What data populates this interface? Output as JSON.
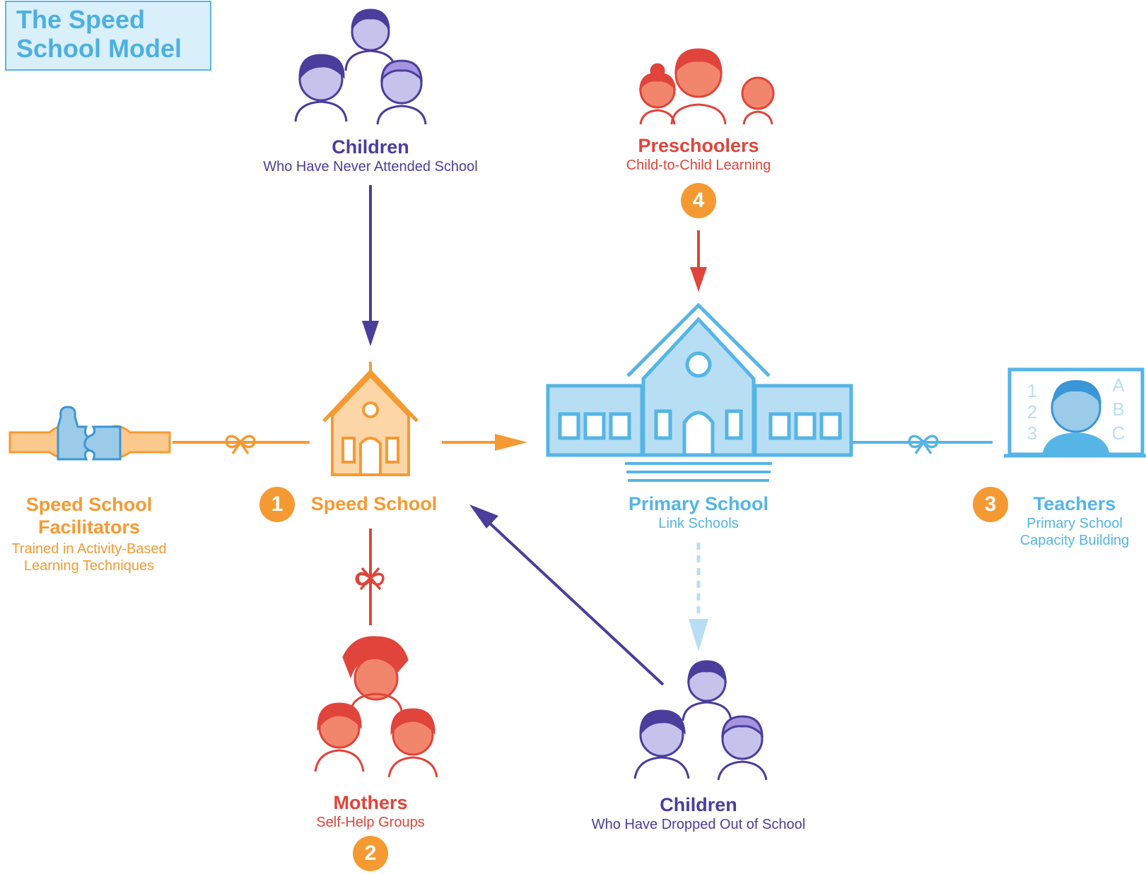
{
  "title": {
    "line1": "The Speed",
    "line2": "School Model"
  },
  "colors": {
    "purple": "#4a3d9c",
    "lavender": "#c6c2ec",
    "orange": "#f59a32",
    "red": "#e0443a",
    "blue": "#55b5e6",
    "light_blue": "#b8def4",
    "salmon": "#f2866d"
  },
  "nodes": {
    "children_never": {
      "title": "Children",
      "subtitle": "Who Have Never Attended School"
    },
    "preschoolers": {
      "title": "Preschoolers",
      "subtitle": "Child-to-Child Learning",
      "badge": "4"
    },
    "facilitators": {
      "title_line1": "Speed School",
      "title_line2": "Facilitators",
      "subtitle_line1": "Trained in Activity-Based",
      "subtitle_line2": "Learning Techniques"
    },
    "speed_school": {
      "title": "Speed School",
      "badge": "1"
    },
    "primary_school": {
      "title": "Primary School",
      "subtitle": "Link Schools"
    },
    "teachers": {
      "title": "Teachers",
      "subtitle_line1": "Primary School",
      "subtitle_line2": "Capacity Building",
      "badge": "3"
    },
    "mothers": {
      "title": "Mothers",
      "subtitle": "Self-Help Groups",
      "badge": "2"
    },
    "children_dropped": {
      "title": "Children",
      "subtitle": "Who Have Dropped Out of School"
    }
  },
  "board_glyphs": {
    "left": [
      "1",
      "2",
      "3"
    ],
    "right": [
      "A",
      "B",
      "C"
    ]
  },
  "icons": [
    "children-group-icon",
    "preschoolers-group-icon",
    "puzzle-handshake-icon",
    "speed-school-house-icon",
    "primary-school-building-icon",
    "teacher-board-icon",
    "mothers-group-icon",
    "dropped-out-children-group-icon",
    "bow-knot-icon",
    "arrow-icon"
  ]
}
